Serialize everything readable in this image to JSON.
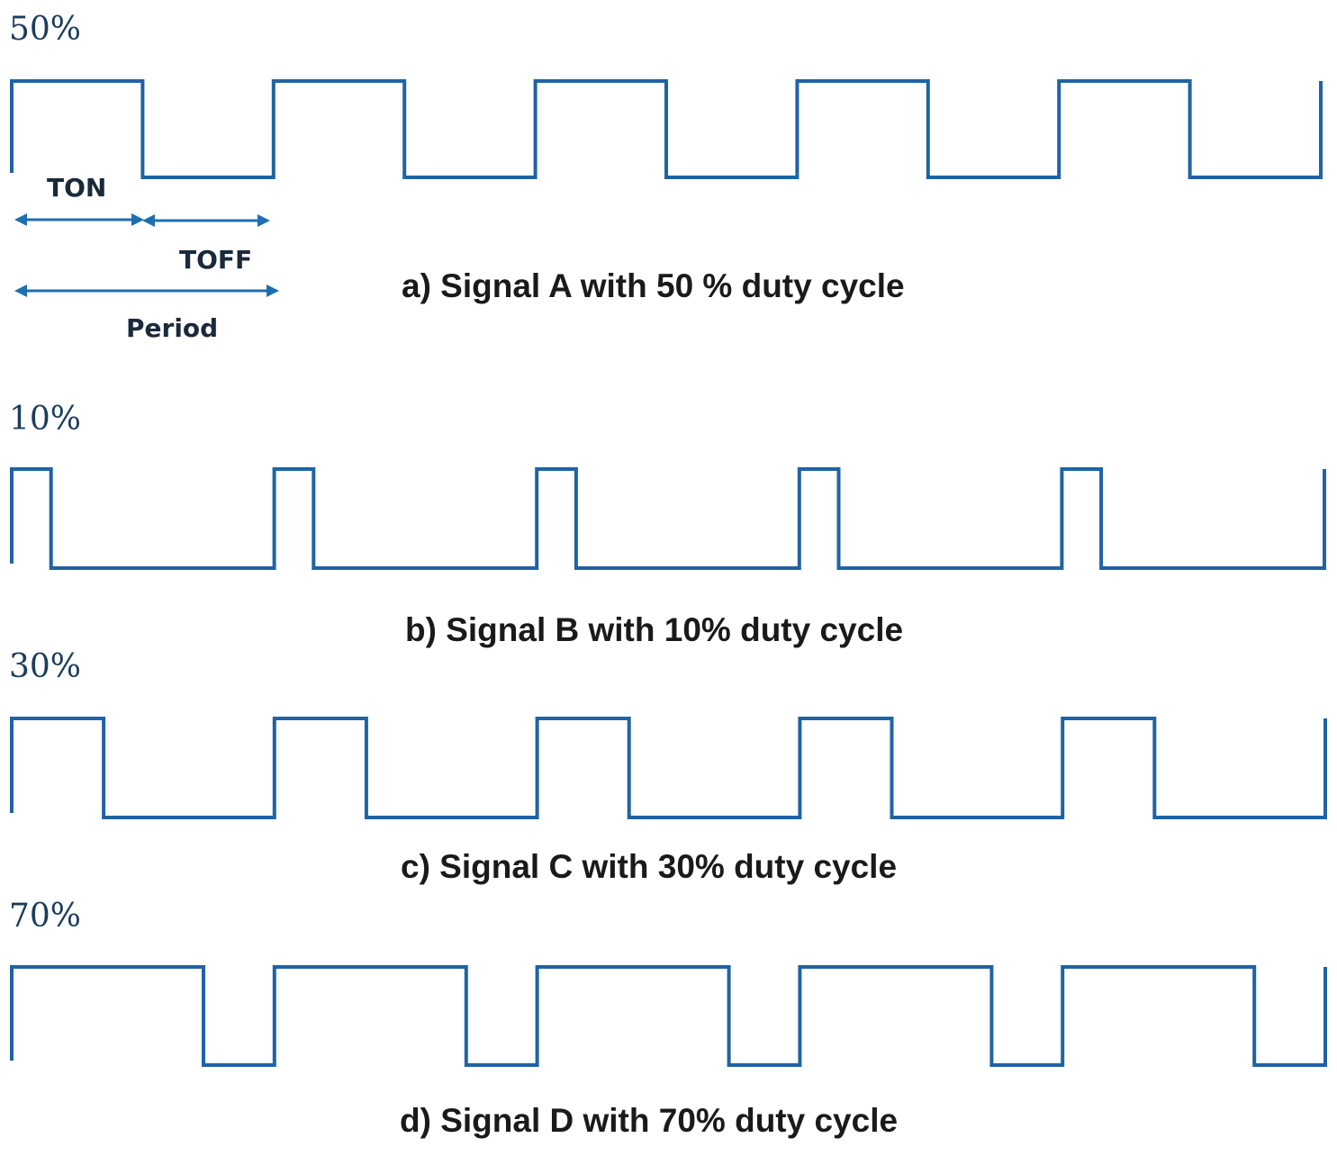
{
  "colors": {
    "wave": "#1f63a5",
    "arrow": "#1f6fb0"
  },
  "signals": [
    {
      "percent_label": "50%",
      "caption": "a) Signal A with 50 % duty cycle",
      "duty_cycle": 0.5,
      "periods": 5
    },
    {
      "percent_label": "10%",
      "caption": "b) Signal B with 10% duty cycle",
      "duty_cycle": 0.15,
      "periods": 5
    },
    {
      "percent_label": "30%",
      "caption": "c) Signal C with 30% duty cycle",
      "duty_cycle": 0.35,
      "periods": 5
    },
    {
      "percent_label": "70%",
      "caption": "d) Signal D with 70% duty cycle",
      "duty_cycle": 0.73,
      "periods": 5
    }
  ],
  "annotations": {
    "ton": "TON",
    "toff": "TOFF",
    "period": "Period"
  }
}
